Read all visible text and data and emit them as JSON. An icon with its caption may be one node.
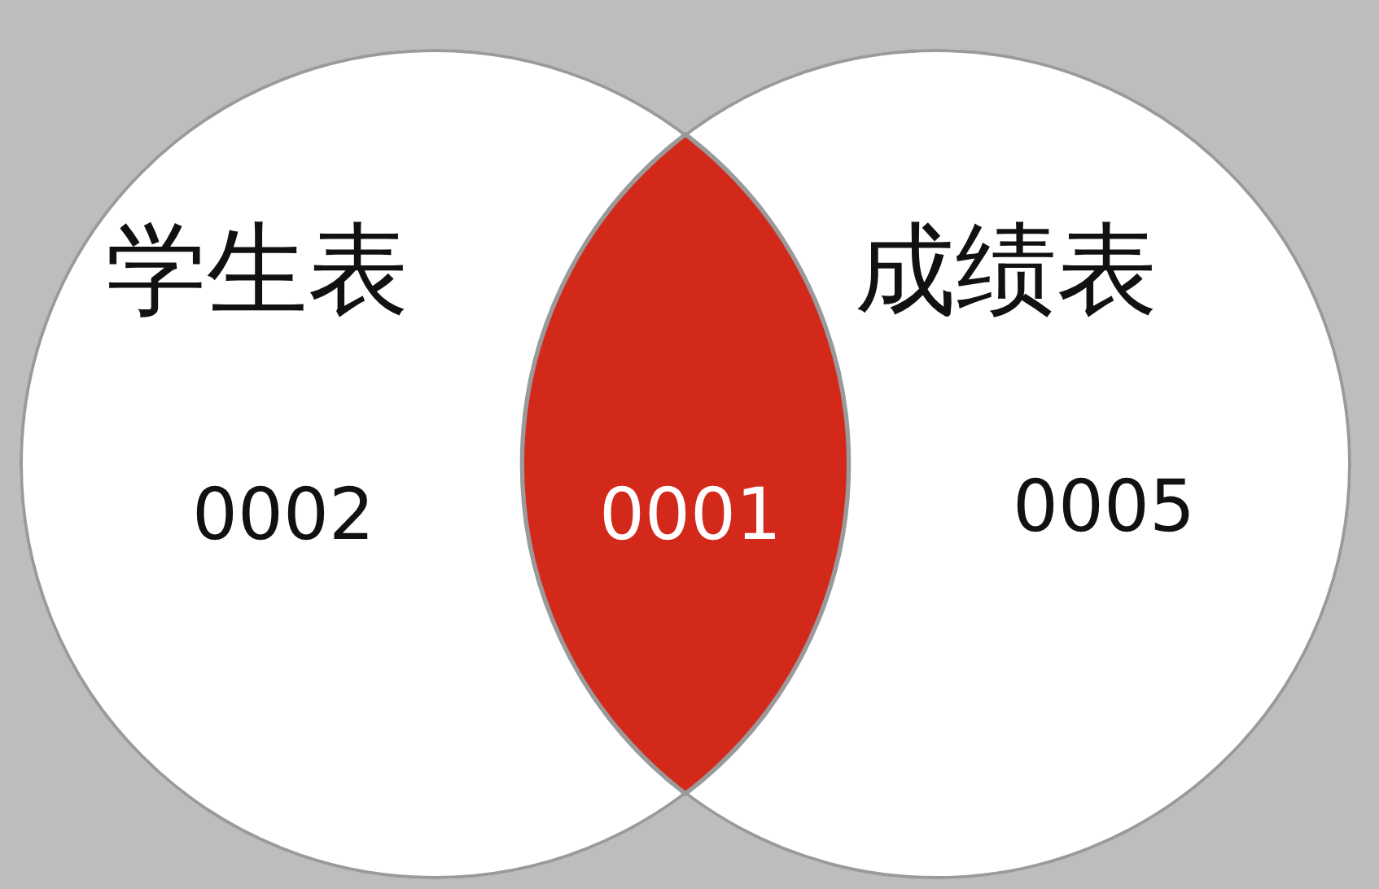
{
  "diagram": {
    "nodes": [
      {
        "text": [
          "学生表",
          "0002"
        ]
      },
      {
        "text": [
          "成绩表",
          "0005"
        ]
      },
      {
        "text": [
          "0001"
        ]
      }
    ]
  }
}
